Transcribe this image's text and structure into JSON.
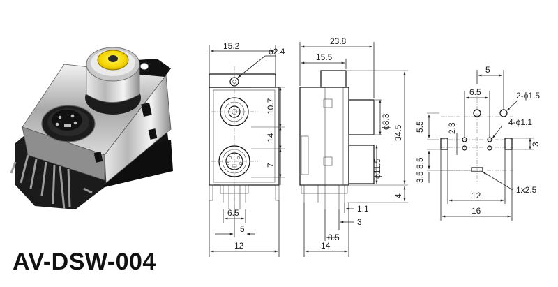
{
  "model": "AV-DSW-004",
  "front_view": {
    "top_width": "15.2",
    "hole_dia": "ϕ2.4",
    "rca_spacing": "10.7",
    "mid_spacing": "14",
    "lower_offset": "7",
    "pin_pitch": "6.5",
    "pin_offset": "5",
    "total_width": "12"
  },
  "side_view": {
    "total_depth": "23.8",
    "body_depth": "15.5",
    "rca_dia": "ϕ8.3",
    "height": "34.5",
    "din_dia": "ϕ11.5",
    "pin_length": "4",
    "pin_offset_a": "1.1",
    "pin_offset_b": "3",
    "pin_offset_c": "8.5",
    "base_depth": "14"
  },
  "footprint": {
    "top_spacing": "5",
    "hole_spacing": "6.5",
    "large_holes": "2-ϕ1.5",
    "small_holes": "4-ϕ1.1",
    "row_offset_a": "5.5",
    "row_offset_b": "2.3",
    "pad_height": "3",
    "row_offset_c": "8.5",
    "row_offset_d": "3.5",
    "inner_width": "12",
    "slot": "1x2.5",
    "outer_width": "16"
  }
}
